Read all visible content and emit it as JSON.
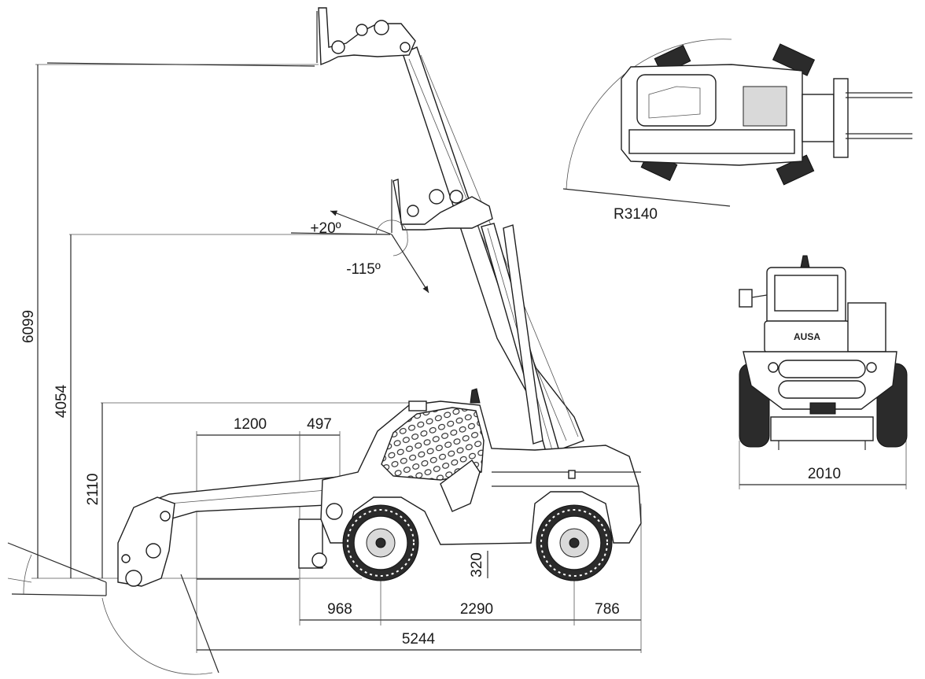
{
  "dimensions": {
    "max_lift_height": "6099",
    "mid_lift_height": "4054",
    "cab_height": "2110",
    "front_reach": "1200",
    "carriage_offset": "497",
    "ground_clearance": "320",
    "front_overhang": "968",
    "wheelbase": "2290",
    "rear_overhang": "786",
    "overall_length": "5244",
    "turning_radius": "R3140",
    "overall_width": "2010"
  },
  "angles": {
    "tilt_up": "+20º",
    "tilt_down": "-115º"
  },
  "badge": {
    "brand": "AUSA"
  }
}
